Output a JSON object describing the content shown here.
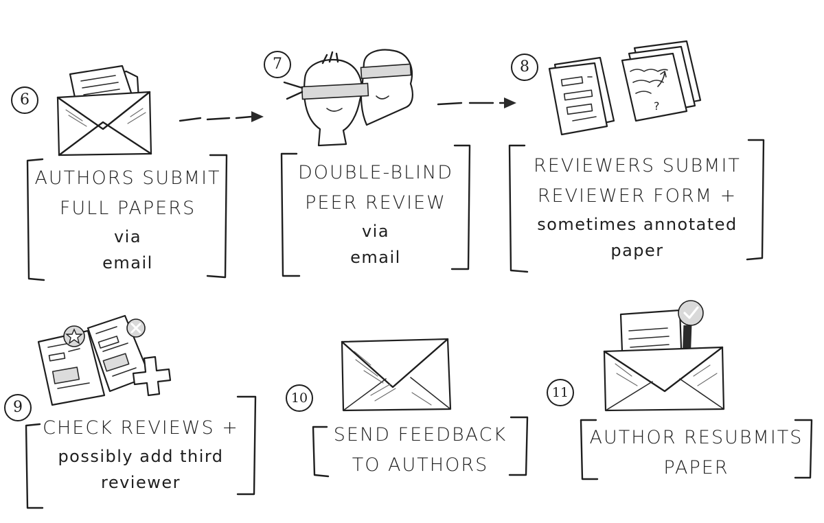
{
  "steps": [
    {
      "num": "6",
      "line1": "Authors submit",
      "line2": "full papers",
      "extra1": "via",
      "extra2": "email"
    },
    {
      "num": "7",
      "line1": "Double-blind",
      "line2": "peer review",
      "extra1": "via",
      "extra2": "email"
    },
    {
      "num": "8",
      "line1": "Reviewers submit",
      "line2": "reviewer form +",
      "extra1": "sometimes annotated",
      "extra2": "paper"
    },
    {
      "num": "9",
      "line1": "Check reviews +",
      "extra1": "possibly add third",
      "extra2": "reviewer"
    },
    {
      "num": "10",
      "line1": "Send feedback",
      "line2": "to authors"
    },
    {
      "num": "11",
      "line1": "Author resubmits",
      "line2": "paper"
    }
  ],
  "icons": {
    "step6": "envelope-with-papers-icon",
    "step7": "blindfolded-reviewers-icon",
    "step8": "review-forms-icon",
    "step9": "reviews-with-plus-icon",
    "step10": "closed-envelope-icon",
    "step11": "envelope-with-approved-paper-icon"
  },
  "colors": {
    "ink": "#1e1e1e",
    "paper": "#ffffff"
  }
}
